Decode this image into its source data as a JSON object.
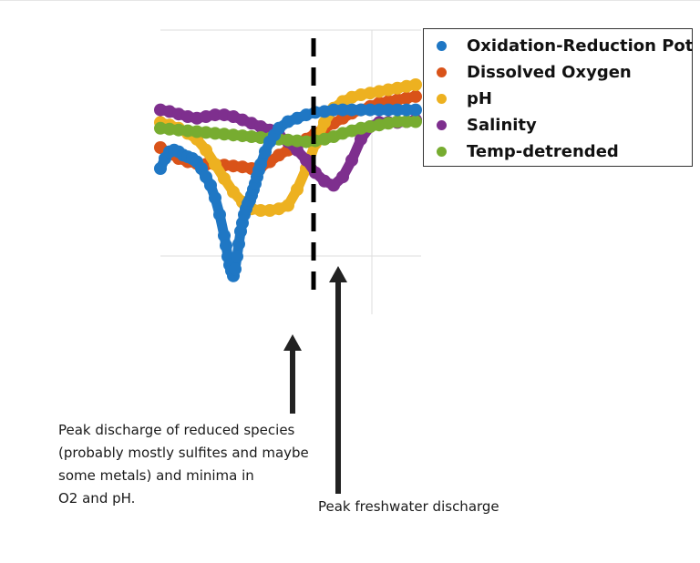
{
  "chart_data": {
    "type": "scatter",
    "title": "",
    "xlabel": "",
    "ylabel": "",
    "grid": true,
    "legend_position": "top-right",
    "series": [
      {
        "name": "Oxidation-Reduction Pot",
        "color": "#1f77c4",
        "x": [
          0,
          5,
          10,
          15,
          20,
          25,
          30,
          35,
          40,
          45,
          50,
          55,
          60,
          65,
          70,
          72,
          74,
          76,
          78,
          80,
          82,
          84,
          86,
          88,
          90,
          92,
          94,
          96,
          98,
          100,
          102,
          104,
          106,
          108,
          110,
          115,
          120,
          125,
          130,
          140,
          150,
          160,
          170,
          180,
          190,
          200,
          210,
          220,
          230,
          240,
          250,
          260,
          270,
          280
        ],
        "y": [
          0.5,
          0.62,
          0.7,
          0.72,
          0.7,
          0.66,
          0.64,
          0.62,
          0.58,
          0.5,
          0.4,
          0.3,
          0.15,
          -0.05,
          -0.3,
          -0.42,
          -0.55,
          -0.65,
          -0.72,
          -0.78,
          -0.7,
          -0.55,
          -0.4,
          -0.25,
          -0.15,
          -0.05,
          0.02,
          0.08,
          0.12,
          0.18,
          0.25,
          0.32,
          0.4,
          0.48,
          0.55,
          0.7,
          0.82,
          0.9,
          0.98,
          1.06,
          1.1,
          1.14,
          1.17,
          1.18,
          1.2,
          1.2,
          1.2,
          1.2,
          1.2,
          1.2,
          1.2,
          1.2,
          1.2,
          1.2
        ]
      },
      {
        "name": "Dissolved Oxygen",
        "color": "#d95319",
        "x": [
          0,
          10,
          20,
          30,
          40,
          50,
          60,
          70,
          80,
          90,
          100,
          110,
          120,
          130,
          140,
          150,
          160,
          170,
          180,
          190,
          200,
          210,
          220,
          230,
          240,
          250,
          260,
          270,
          280
        ],
        "y": [
          0.75,
          0.68,
          0.62,
          0.58,
          0.56,
          0.55,
          0.55,
          0.54,
          0.53,
          0.52,
          0.5,
          0.52,
          0.58,
          0.66,
          0.72,
          0.78,
          0.85,
          0.92,
          0.98,
          1.04,
          1.1,
          1.16,
          1.2,
          1.24,
          1.28,
          1.3,
          1.32,
          1.34,
          1.36
        ]
      },
      {
        "name": "pH",
        "color": "#edb120",
        "x": [
          0,
          10,
          20,
          30,
          40,
          50,
          60,
          70,
          80,
          90,
          100,
          110,
          120,
          130,
          140,
          150,
          160,
          170,
          180,
          190,
          200,
          210,
          220,
          230,
          240,
          250,
          260,
          270,
          280
        ],
        "y": [
          1.05,
          1.02,
          0.98,
          0.92,
          0.85,
          0.72,
          0.55,
          0.38,
          0.22,
          0.1,
          0.02,
          0.0,
          0.0,
          0.02,
          0.06,
          0.25,
          0.5,
          0.8,
          1.05,
          1.22,
          1.3,
          1.35,
          1.38,
          1.4,
          1.42,
          1.44,
          1.46,
          1.48,
          1.5
        ]
      },
      {
        "name": "Salinity",
        "color": "#7e2f8e",
        "x": [
          0,
          10,
          20,
          30,
          40,
          50,
          60,
          70,
          80,
          90,
          100,
          110,
          120,
          130,
          140,
          150,
          160,
          170,
          180,
          190,
          200,
          210,
          220,
          230,
          240,
          250,
          260,
          270,
          280
        ],
        "y": [
          1.2,
          1.18,
          1.15,
          1.12,
          1.1,
          1.12,
          1.14,
          1.14,
          1.12,
          1.08,
          1.04,
          1.0,
          0.96,
          0.9,
          0.82,
          0.72,
          0.6,
          0.45,
          0.35,
          0.3,
          0.4,
          0.6,
          0.85,
          1.0,
          1.05,
          1.05,
          1.05,
          1.06,
          1.08
        ]
      },
      {
        "name": "Temp-detrended",
        "color": "#77ac30",
        "x": [
          0,
          10,
          20,
          30,
          40,
          50,
          60,
          70,
          80,
          90,
          100,
          110,
          120,
          130,
          140,
          150,
          160,
          170,
          180,
          190,
          200,
          210,
          220,
          230,
          240,
          250,
          260,
          270,
          280
        ],
        "y": [
          0.98,
          0.97,
          0.96,
          0.95,
          0.94,
          0.93,
          0.92,
          0.91,
          0.9,
          0.89,
          0.88,
          0.87,
          0.86,
          0.85,
          0.84,
          0.83,
          0.82,
          0.83,
          0.85,
          0.88,
          0.92,
          0.95,
          0.98,
          1.0,
          1.02,
          1.04,
          1.06,
          1.06,
          1.06
        ]
      }
    ],
    "annotations": {
      "dashed_line_x": 168,
      "arrow_1": {
        "lines": [
          "Peak discharge of reduced species",
          "(probably mostly sulfites and maybe",
          "some metals) and minima in",
          "O2 and pH."
        ]
      },
      "arrow_2": {
        "lines": [
          "Peak freshwater discharge"
        ]
      }
    }
  }
}
